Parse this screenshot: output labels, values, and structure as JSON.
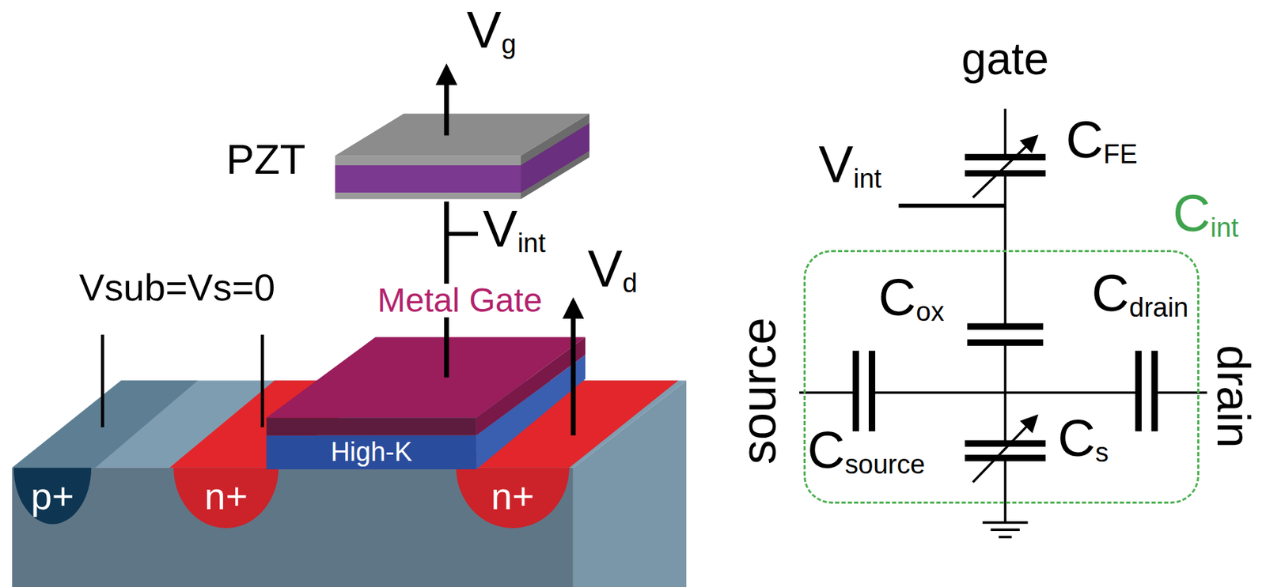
{
  "diagram": {
    "nodes": [
      {
        "text": [
          "Metal Gate"
        ]
      },
      {
        "text": [
          "High-K"
        ]
      },
      {
        "text": [
          "p+"
        ]
      },
      {
        "text": [
          "n+"
        ]
      },
      {
        "text": [
          "n+"
        ]
      },
      {
        "text": [
          "Cint"
        ]
      }
    ],
    "labels": [
      "Vg",
      "PZT",
      "Vint",
      "Vd",
      "Vsub=Vs=0",
      "gate",
      "Vint",
      "CFE",
      "Cox",
      "Cdrain",
      "source",
      "drain",
      "Csource",
      "Cs"
    ]
  }
}
